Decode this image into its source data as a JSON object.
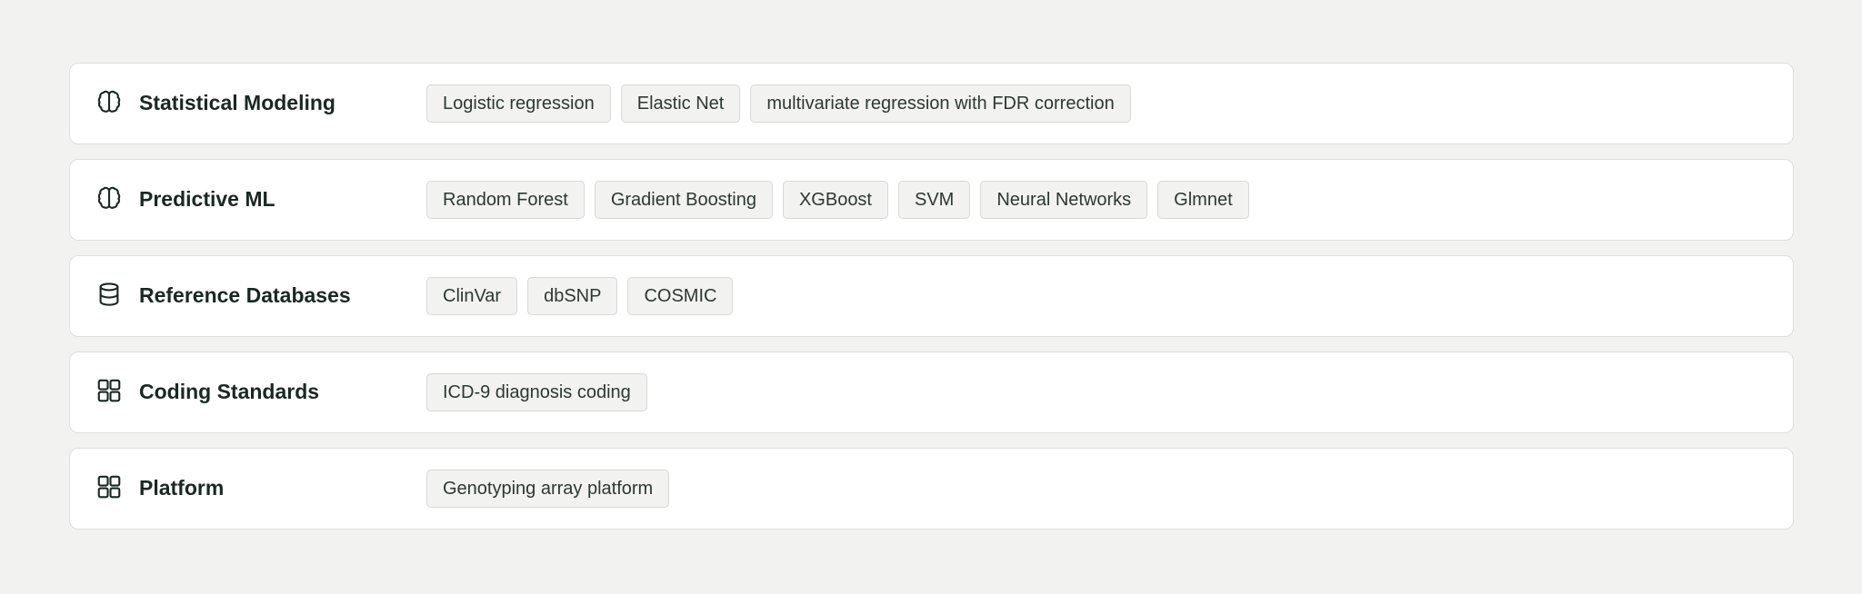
{
  "rows": [
    {
      "icon": "brain-icon",
      "title": "Statistical Modeling",
      "tags": [
        "Logistic regression",
        "Elastic Net",
        "multivariate regression with FDR correction"
      ]
    },
    {
      "icon": "brain-icon",
      "title": "Predictive ML",
      "tags": [
        "Random Forest",
        "Gradient Boosting",
        "XGBoost",
        "SVM",
        "Neural Networks",
        "Glmnet"
      ]
    },
    {
      "icon": "database-icon",
      "title": "Reference Databases",
      "tags": [
        "ClinVar",
        "dbSNP",
        "COSMIC"
      ]
    },
    {
      "icon": "grid-icon",
      "title": "Coding Standards",
      "tags": [
        "ICD-9 diagnosis coding"
      ]
    },
    {
      "icon": "grid-icon",
      "title": "Platform",
      "tags": [
        "Genotyping array platform"
      ]
    }
  ],
  "colors": {
    "background": "#f2f3f1",
    "card": "#ffffff",
    "tag_background": "#f2f3f1",
    "text": "#1a2824"
  }
}
